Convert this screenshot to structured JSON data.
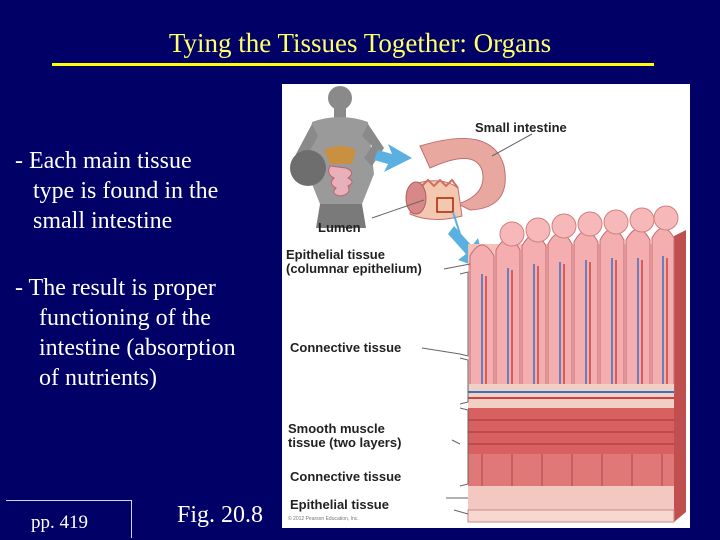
{
  "slide": {
    "title": "Tying the Tissues Together: Organs",
    "bullets": [
      {
        "lines": [
          "- Each main tissue",
          "type is found in the",
          "small intestine"
        ]
      },
      {
        "lines": [
          "- The result is proper",
          "functioning of the",
          "intestine (absorption",
          "of nutrients)"
        ]
      }
    ],
    "page_ref": "pp. 419",
    "fig_ref": "Fig. 20.8"
  },
  "figure": {
    "labels": {
      "small_intestine": "Small intestine",
      "lumen": "Lumen",
      "epithelial_top": [
        "Epithelial tissue",
        "(columnar epithelium)"
      ],
      "connective_mid": "Connective tissue",
      "smooth_muscle": [
        "Smooth muscle",
        "tissue (two layers)"
      ],
      "connective_low": "Connective tissue",
      "epithelial_bottom": "Epithelial tissue"
    },
    "credit": "© 2012 Pearson Education, Inc.",
    "colors": {
      "background": "#000066",
      "title": "#ffff66",
      "title_rule": "#ffff00",
      "arrow": "#5ab0e0",
      "tissue_pink": "#f0a0a8",
      "muscle_red": "#d86060"
    }
  }
}
